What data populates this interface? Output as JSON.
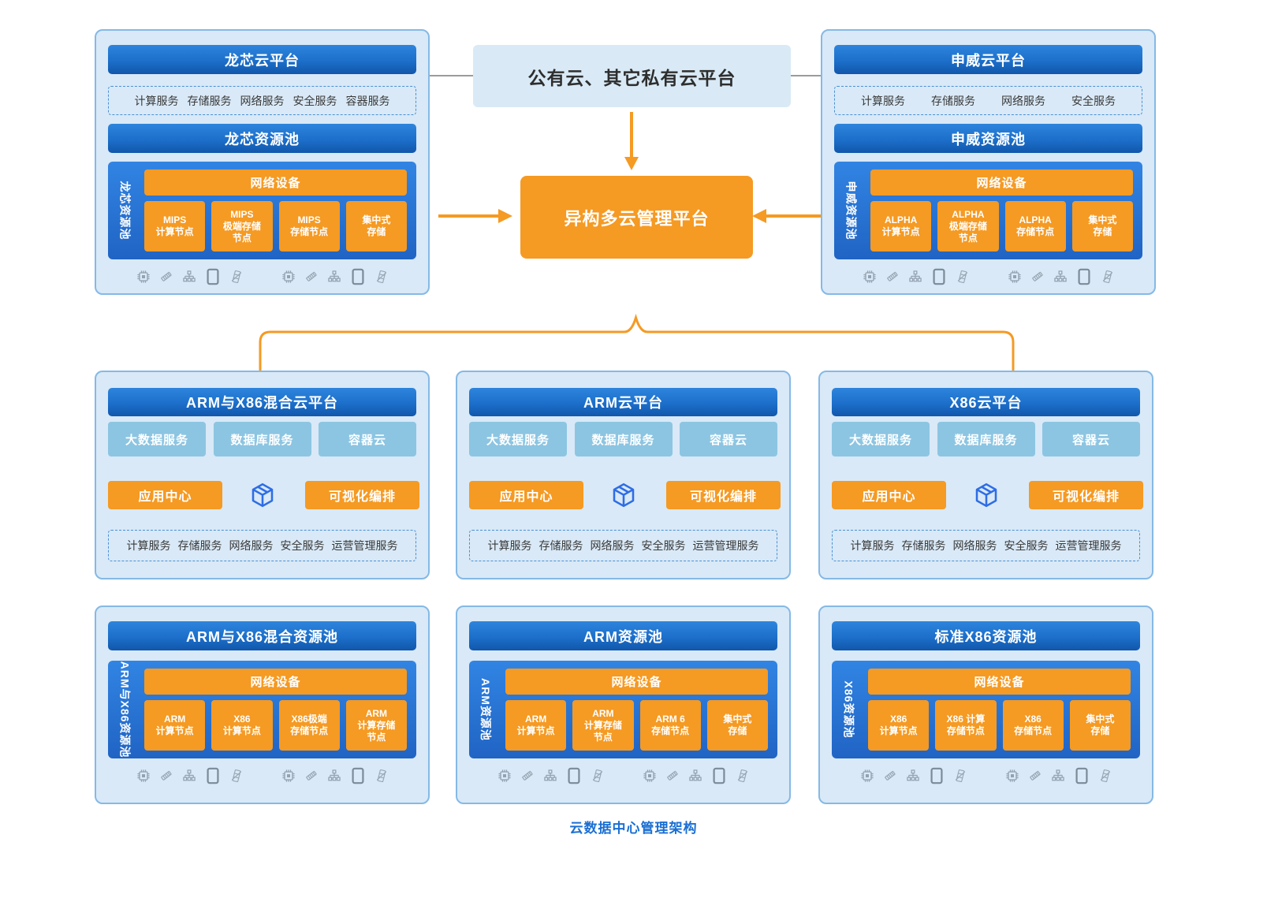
{
  "caption": "云数据中心管理架构",
  "colors": {
    "accent_orange": "#F59A23",
    "header_blue": "#1C6FCA",
    "pool_blue": "#2878D8",
    "panel_bg": "#D9E9F7",
    "chip_blue": "#8CC5E2",
    "caption_blue": "#1B6FD3"
  },
  "center": {
    "public_cloud_label": "公有云、其它私有云平台",
    "management_label": "异构多云管理平台"
  },
  "icons": {
    "pool_set": [
      "cpu-icon",
      "memory-icon",
      "topology-icon",
      "tablet-icon",
      "cabinet-icon"
    ],
    "cube": "cube-icon"
  },
  "top_row": {
    "left": {
      "title": "龙芯云平台",
      "services": [
        "计算服务",
        "存储服务",
        "网络服务",
        "安全服务",
        "容器服务"
      ],
      "pool_title": "龙芯资源池",
      "pool_side_label": "龙芯资源池",
      "network_label": "网络设备",
      "nodes": [
        "MIPS\n计算节点",
        "MIPS\n极端存储\n节点",
        "MIPS\n存储节点",
        "集中式\n存储"
      ]
    },
    "right": {
      "title": "申威云平台",
      "services": [
        "计算服务",
        "存储服务",
        "网络服务",
        "安全服务"
      ],
      "pool_title": "申威资源池",
      "pool_side_label": "申威资源池",
      "network_label": "网络设备",
      "nodes": [
        "ALPHA\n计算节点",
        "ALPHA\n极端存储\n节点",
        "ALPHA\n存储节点",
        "集中式\n存储"
      ]
    }
  },
  "middle_row": {
    "panels": [
      {
        "title": "ARM与X86混合云平台",
        "chips": [
          "大数据服务",
          "数据库服务",
          "容器云"
        ],
        "app_center": "应用中心",
        "orchestration": "可视化编排",
        "services": [
          "计算服务",
          "存储服务",
          "网络服务",
          "安全服务",
          "运营管理服务"
        ]
      },
      {
        "title": "ARM云平台",
        "chips": [
          "大数据服务",
          "数据库服务",
          "容器云"
        ],
        "app_center": "应用中心",
        "orchestration": "可视化编排",
        "services": [
          "计算服务",
          "存储服务",
          "网络服务",
          "安全服务",
          "运营管理服务"
        ]
      },
      {
        "title": "X86云平台",
        "chips": [
          "大数据服务",
          "数据库服务",
          "容器云"
        ],
        "app_center": "应用中心",
        "orchestration": "可视化编排",
        "services": [
          "计算服务",
          "存储服务",
          "网络服务",
          "安全服务",
          "运营管理服务"
        ]
      }
    ]
  },
  "bottom_row": {
    "panels": [
      {
        "title": "ARM与X86混合资源池",
        "side_label": "ARM与X86资源池",
        "network_label": "网络设备",
        "nodes": [
          "ARM\n计算节点",
          "X86\n计算节点",
          "X86极端\n存储节点",
          "ARM\n计算存储\n节点"
        ]
      },
      {
        "title": "ARM资源池",
        "side_label": "ARM资源池",
        "network_label": "网络设备",
        "nodes": [
          "ARM\n计算节点",
          "ARM\n计算存储\n节点",
          "ARM 6\n存储节点",
          "集中式\n存储"
        ]
      },
      {
        "title": "标准X86资源池",
        "side_label": "X86资源池",
        "network_label": "网络设备",
        "nodes": [
          "X86\n计算节点",
          "X86 计算\n存储节点",
          "X86\n存储节点",
          "集中式\n存储"
        ]
      }
    ]
  }
}
